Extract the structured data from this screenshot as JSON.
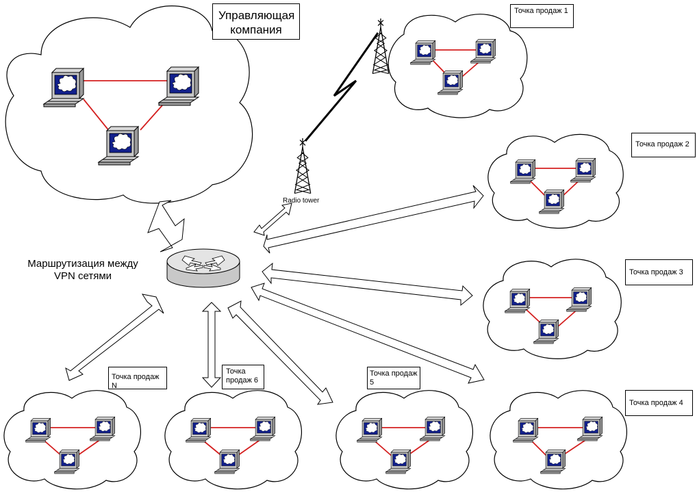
{
  "hq": {
    "label": "Управляющая компания"
  },
  "router": {
    "caption": "Маршрутизация между VPN сетями"
  },
  "tower": {
    "label": "Radio tower"
  },
  "colors": {
    "link": "#d42020",
    "screen": "#12208c",
    "outline": "#000000"
  },
  "sites": [
    {
      "id": "1",
      "label": "Точка продаж 1"
    },
    {
      "id": "2",
      "label": "Точка продаж 2"
    },
    {
      "id": "3",
      "label": "Точка продаж 3"
    },
    {
      "id": "4",
      "label": "Точка продаж 4"
    },
    {
      "id": "5",
      "label": "Точка продаж 5"
    },
    {
      "id": "6",
      "label": "Точка продаж 6"
    },
    {
      "id": "n",
      "label": "Точка продаж N"
    }
  ]
}
